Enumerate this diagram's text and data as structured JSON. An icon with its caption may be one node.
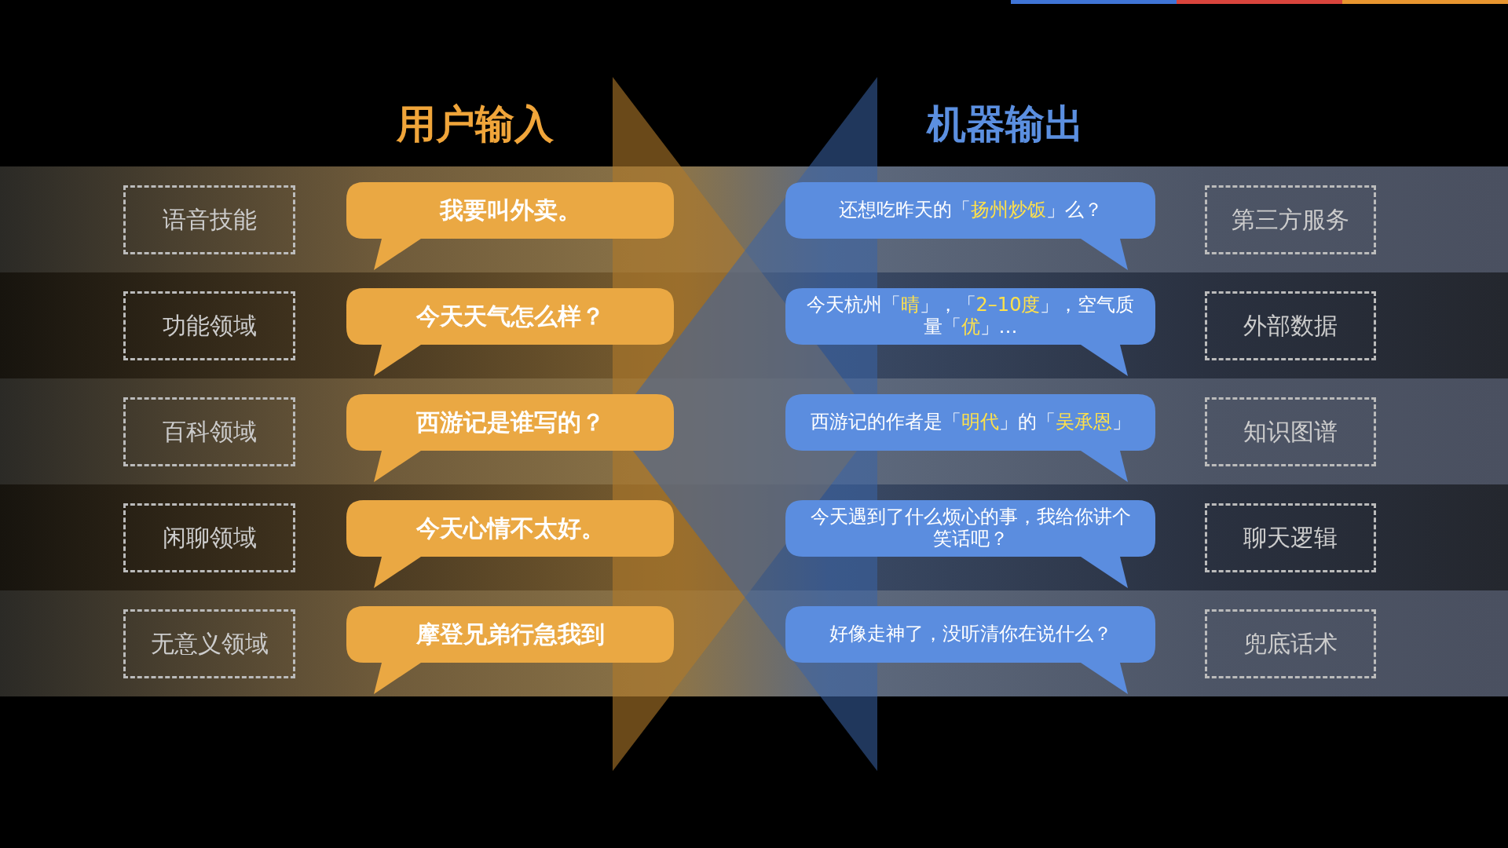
{
  "diagram": {
    "nodes": [
      {
        "text": [
          "语音技能"
        ]
      },
      {
        "text": [
          "我要叫外卖。"
        ]
      },
      {
        "text": [
          "还想吃昨天的「**扬州炒饭**」么？"
        ]
      },
      {
        "text": [
          "第三方服务"
        ]
      },
      {
        "text": [
          "功能领域"
        ]
      },
      {
        "text": [
          "今天天气怎么样？"
        ]
      },
      {
        "text": [
          "今天杭州「**晴**」，「**2–10度**」，空气质量「**优**」…"
        ]
      },
      {
        "text": [
          "外部数据"
        ]
      },
      {
        "text": [
          "百科领域"
        ]
      },
      {
        "text": [
          "西游记是谁写的？"
        ]
      },
      {
        "text": [
          "西游记的作者是「**明代**」的「**吴承恩**」"
        ]
      },
      {
        "text": [
          "知识图谱"
        ]
      },
      {
        "text": [
          "闲聊领域"
        ]
      },
      {
        "text": [
          "今天心情不太好。"
        ]
      },
      {
        "text": [
          "今天遇到了什么烦心的事，我给你讲个笑话吧？"
        ]
      },
      {
        "text": [
          "聊天逻辑"
        ]
      },
      {
        "text": [
          "无意义领域"
        ]
      },
      {
        "text": [
          "摩登兄弟行急我到"
        ]
      },
      {
        "text": [
          "好像走神了，没听清你在说什么？"
        ]
      },
      {
        "text": [
          "兜底话术"
        ]
      }
    ],
    "edges": [],
    "labels": [
      "用户输入",
      "机器输出"
    ]
  }
}
